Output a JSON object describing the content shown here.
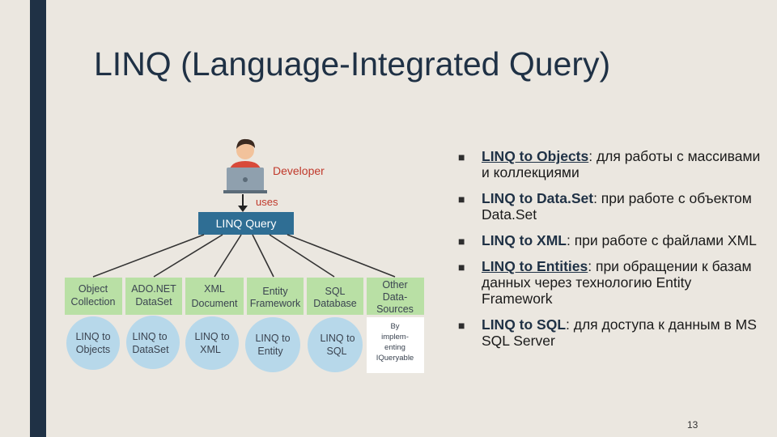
{
  "title": {
    "main": "LINQ",
    "rest": " (Language-Integrated Query)"
  },
  "diagram": {
    "developer_label": "Developer",
    "uses_label": "uses",
    "query_label": "LINQ Query",
    "sources": [
      {
        "line1": "Object",
        "line2": "Collection",
        "line3": ""
      },
      {
        "line1": "ADO.NET",
        "line2": "DataSet",
        "line3": ""
      },
      {
        "line1": "XML",
        "line2": "Document",
        "line3": ""
      },
      {
        "line1": "Entity",
        "line2": "Framework",
        "line3": ""
      },
      {
        "line1": "SQL",
        "line2": "Database",
        "line3": ""
      },
      {
        "line1": "Other",
        "line2": "Data-",
        "line3": "Sources"
      }
    ],
    "providers": [
      {
        "line1": "LINQ to",
        "line2": "Objects"
      },
      {
        "line1": "LINQ to",
        "line2": "DataSet"
      },
      {
        "line1": "LINQ to",
        "line2": "XML"
      },
      {
        "line1": "LINQ to",
        "line2": "Entity"
      },
      {
        "line1": "LINQ to",
        "line2": "SQL"
      }
    ],
    "custom_provider": [
      "By",
      "implem-",
      "enting",
      "IQueryable"
    ]
  },
  "bullets": [
    {
      "marker": "■",
      "term": "LINQ to Objects",
      "rest": ": для работы с массивами и коллекциями",
      "link": true
    },
    {
      "marker": "■",
      "term": "LINQ to Data.Set",
      "rest": ": при работе с объектом Data.Set",
      "link": false
    },
    {
      "marker": "■",
      "term": "LINQ to XML",
      "rest": ": при работе с файлами XML",
      "link": false
    },
    {
      "marker": "■",
      "term": "LINQ to Entities",
      "rest": ": при обращении к базам данных через технологию Entity Framework",
      "link": true
    },
    {
      "marker": "■",
      "term": "LINQ to SQL",
      "rest": ": для доступа к данным в MS SQL Server",
      "link": false
    }
  ],
  "page_number": "13",
  "colors": {
    "background": "#ebe7e0",
    "sidebar": "#1f3145",
    "query_box": "#2f6e94",
    "source_box": "#b9e0a5",
    "provider_circle": "#b7d8ea",
    "developer_text": "#c0392b",
    "uses_text": "#c0392b"
  }
}
